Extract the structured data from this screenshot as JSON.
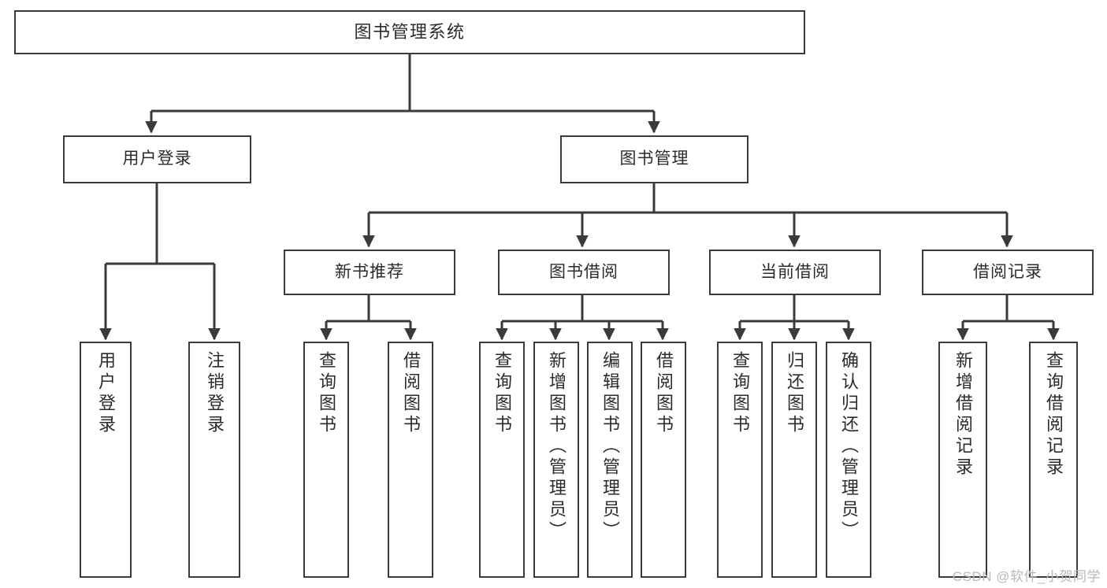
{
  "diagram": {
    "title": "图书管理系统",
    "type": "tree-hierarchy-diagram",
    "watermark": "CSDN @软件_小贺同学",
    "style": {
      "background": "#ffffff",
      "box_border": "#3a3a3a",
      "box_fill": "#ffffff",
      "text_color": "#2b2b2b",
      "connector_color": "#3a3a3a",
      "watermark_color": "#b9b9b9"
    },
    "levels": [
      {
        "level": 0,
        "nodes": [
          {
            "id": "root",
            "label": "图书管理系统",
            "orientation": "horizontal"
          }
        ]
      },
      {
        "level": 1,
        "nodes": [
          {
            "id": "user-login",
            "label": "用户登录",
            "orientation": "horizontal"
          },
          {
            "id": "book-manage",
            "label": "图书管理",
            "orientation": "horizontal"
          }
        ]
      },
      {
        "level": 2,
        "nodes": [
          {
            "id": "new-book-recommend",
            "label": "新书推荐",
            "orientation": "horizontal"
          },
          {
            "id": "book-borrow",
            "label": "图书借阅",
            "orientation": "horizontal"
          },
          {
            "id": "current-borrow",
            "label": "当前借阅",
            "orientation": "horizontal"
          },
          {
            "id": "borrow-record",
            "label": "借阅记录",
            "orientation": "horizontal"
          }
        ]
      },
      {
        "level": 3,
        "nodes": [
          {
            "id": "leaf-user-login",
            "label": "用户登录",
            "orientation": "vertical",
            "parent": "user-login"
          },
          {
            "id": "leaf-logout",
            "label": "注销登录",
            "orientation": "vertical",
            "parent": "user-login"
          },
          {
            "id": "leaf-query-book-1",
            "label": "查询图书",
            "orientation": "vertical",
            "parent": "new-book-recommend"
          },
          {
            "id": "leaf-borrow-book-1",
            "label": "借阅图书",
            "orientation": "vertical",
            "parent": "new-book-recommend"
          },
          {
            "id": "leaf-query-book-2",
            "label": "查询图书",
            "orientation": "vertical",
            "parent": "book-borrow"
          },
          {
            "id": "leaf-add-book",
            "label": "新增图书（管理员）",
            "orientation": "vertical",
            "parent": "book-borrow"
          },
          {
            "id": "leaf-edit-book",
            "label": "编辑图书（管理员）",
            "orientation": "vertical",
            "parent": "book-borrow"
          },
          {
            "id": "leaf-borrow-book-2",
            "label": "借阅图书",
            "orientation": "vertical",
            "parent": "book-borrow"
          },
          {
            "id": "leaf-query-book-3",
            "label": "查询图书",
            "orientation": "vertical",
            "parent": "current-borrow"
          },
          {
            "id": "leaf-return-book",
            "label": "归还图书",
            "orientation": "vertical",
            "parent": "current-borrow"
          },
          {
            "id": "leaf-confirm-return",
            "label": "确认归还（管理员）",
            "orientation": "vertical",
            "parent": "current-borrow"
          },
          {
            "id": "leaf-add-record",
            "label": "新增借阅记录",
            "orientation": "vertical",
            "parent": "borrow-record"
          },
          {
            "id": "leaf-query-record",
            "label": "查询借阅记录",
            "orientation": "vertical",
            "parent": "borrow-record"
          }
        ]
      }
    ]
  }
}
